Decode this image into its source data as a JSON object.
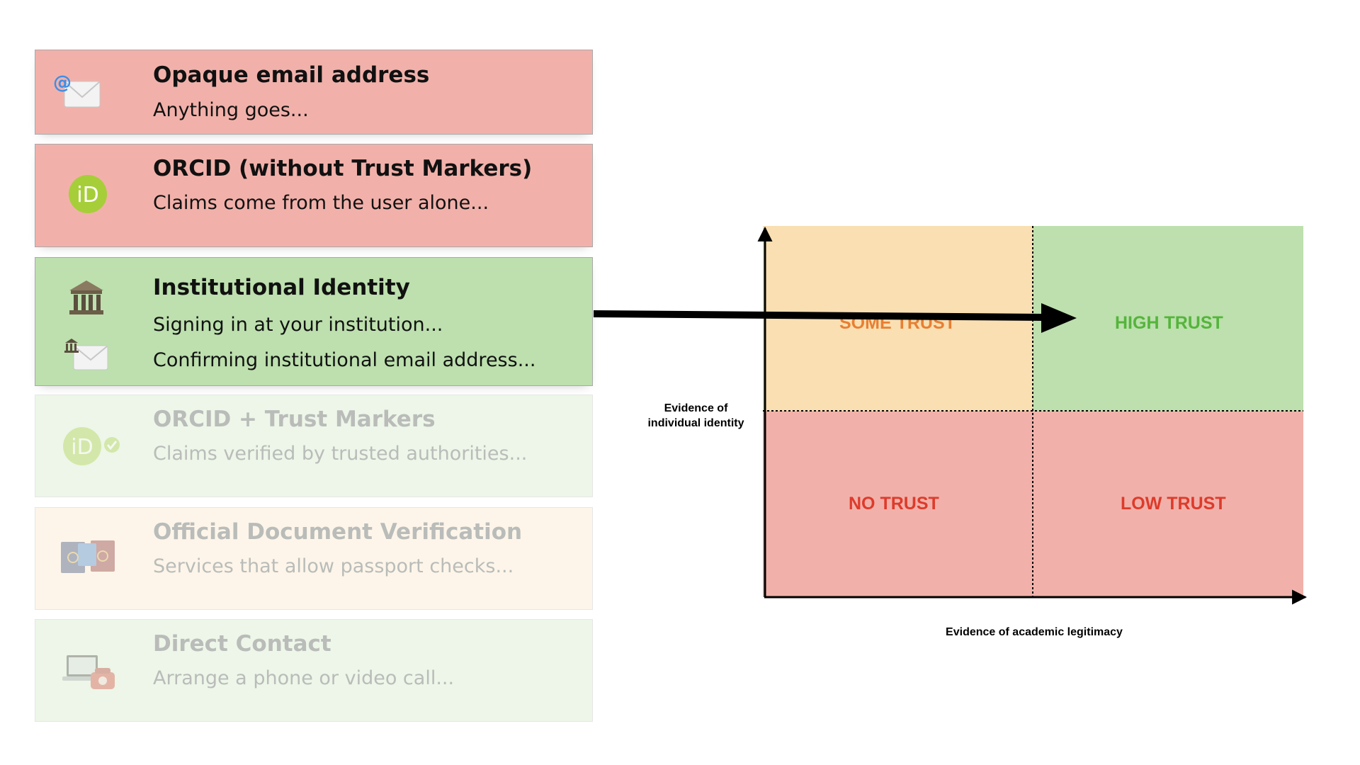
{
  "cards": [
    {
      "title": "Opaque email address",
      "lines": [
        "Anything goes..."
      ],
      "icon": "at-email-icon"
    },
    {
      "title": "ORCID (without Trust Markers)",
      "lines": [
        "Claims come from the user alone..."
      ],
      "icon": "orcid-icon"
    },
    {
      "title": "Institutional Identity",
      "lines": [
        "Signing in at your institution...",
        "Confirming institutional email address..."
      ],
      "icons": [
        "institution-icon",
        "institution-email-icon"
      ]
    },
    {
      "title": "ORCID + Trust Markers",
      "lines": [
        "Claims verified by trusted authorities..."
      ],
      "icon": "orcid-verified-icon"
    },
    {
      "title": "Official Document Verification",
      "lines": [
        "Services that allow passport checks..."
      ],
      "icon": "passports-icon"
    },
    {
      "title": "Direct Contact",
      "lines": [
        "Arrange a phone or video call..."
      ],
      "icon": "laptop-phone-icon"
    }
  ],
  "matrix": {
    "quadrants": {
      "top_left": "SOME TRUST",
      "top_right": "HIGH TRUST",
      "bottom_left": "NO TRUST",
      "bottom_right": "LOW TRUST"
    },
    "y_axis_label_line1": "Evidence of",
    "y_axis_label_line2": "individual identity",
    "x_axis_label": "Evidence of academic legitimacy"
  },
  "colors": {
    "red_card": "#f1b1aa",
    "green_card": "#bde0ae",
    "some_trust": "#f9dfb2",
    "high_trust": "#bde0ae",
    "low_trust": "#f1b1aa",
    "some_trust_text": "#e87f33",
    "high_trust_text": "#55b43c",
    "no_trust_text": "#dd3b2b"
  }
}
